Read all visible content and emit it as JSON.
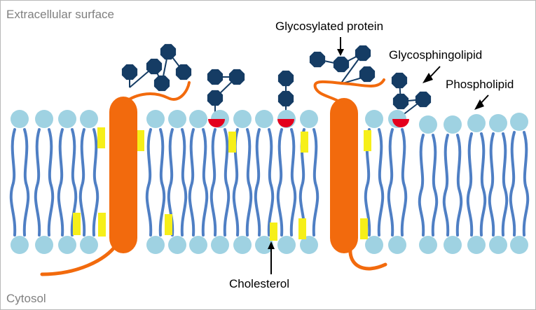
{
  "regions": {
    "top": "Extracellular surface",
    "bottom": "Cytosol"
  },
  "labels": {
    "glycosylated_protein": "Glycosylated protein",
    "glycosphingolipid": "Glycosphingolipid",
    "phospholipid": "Phospholipid",
    "cholesterol": "Cholesterol"
  },
  "colors": {
    "border": "#b8b8b8",
    "region_text": "#808080",
    "label_text": "#000000",
    "lipid_head": "#9fd2e2",
    "lipid_tail": "#4f7fc4",
    "protein": "#f26a0d",
    "cholesterol": "#f6ef19",
    "ceramide": "#e4001d",
    "sugar": "#153c64"
  }
}
